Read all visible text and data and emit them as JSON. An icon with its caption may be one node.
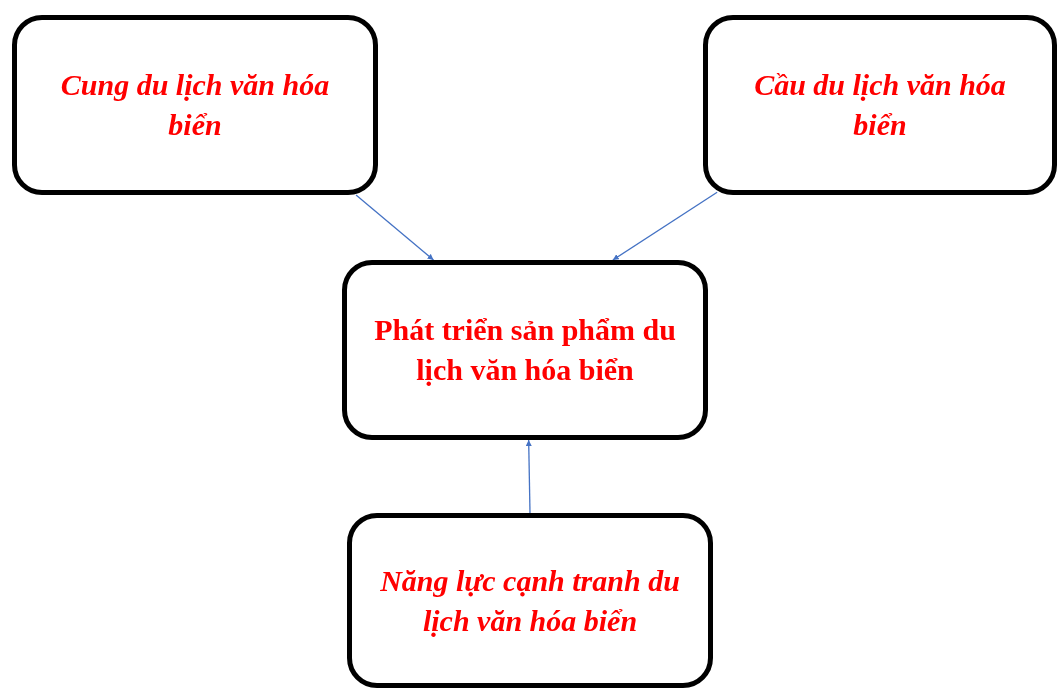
{
  "diagram": {
    "nodes": [
      {
        "text": [
          "Cung du lịch văn hóa biển"
        ]
      },
      {
        "text": [
          "Cầu du lịch văn hóa biển"
        ]
      },
      {
        "text": [
          "Phát triển sản phẩm du lịch văn hóa biển"
        ]
      },
      {
        "text": [
          "Năng lực cạnh tranh du lịch văn hóa biển"
        ]
      }
    ],
    "edges": [
      {
        "from": 0,
        "to": 2,
        "arrow": "to"
      },
      {
        "from": 1,
        "to": 2,
        "arrow": "to"
      },
      {
        "from": 3,
        "to": 2,
        "arrow": "to"
      }
    ]
  }
}
